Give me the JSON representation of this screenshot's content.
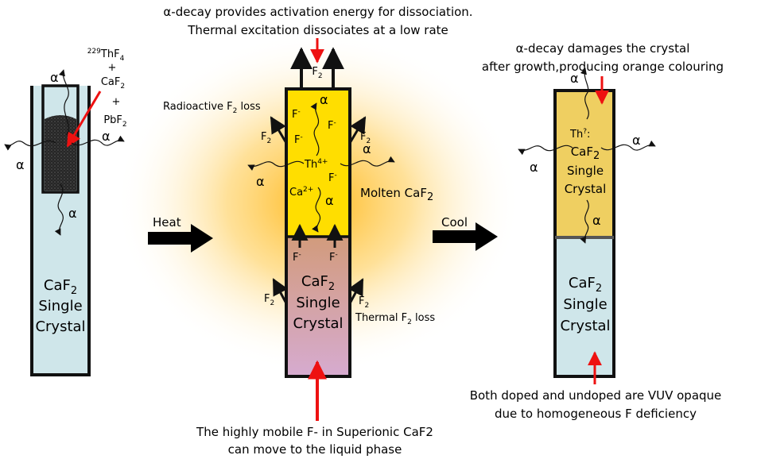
{
  "captions": {
    "top_center_1": "α-decay provides activation energy for dissociation.",
    "top_center_2": "Thermal excitation dissociates at a low rate",
    "top_right_1": "α-decay damages the crystal",
    "top_right_2": "after growth,producing orange colouring",
    "bottom_center_1": "The highly mobile F- in Superionic CaF2",
    "bottom_center_2": "can move to the liquid phase",
    "bottom_right_1": "Both doped and undoped are VUV opaque",
    "bottom_right_2": "due to homogeneous F deficiency"
  },
  "left_tube": {
    "dopant_mass_number": "229",
    "dopant_1": "ThF",
    "dopant_1_sub": "4",
    "plus": "+",
    "dopant_2": "CaF",
    "dopant_2_sub": "2",
    "dopant_3": "PbF",
    "dopant_3_sub": "2",
    "crystal_line1": "CaF",
    "crystal_line1_sub": "2",
    "crystal_line2": "Single",
    "crystal_line3": "Crystal"
  },
  "center_tube": {
    "radioactive_loss": "Radioactive F",
    "radioactive_loss_sub": "2",
    "radioactive_loss_suffix": " loss",
    "thermal_loss": "Thermal F",
    "thermal_loss_sub": "2",
    "thermal_loss_suffix": " loss",
    "molten_label": "Molten CaF",
    "molten_label_sub": "2",
    "f2": "F",
    "f2_sub": "2",
    "f_ion": "F",
    "f_ion_sup": "-",
    "th_ion": "Th",
    "th_ion_sup": "4+",
    "ca_ion": "Ca",
    "ca_ion_sup": "2+",
    "crystal_line1": "CaF",
    "crystal_line1_sub": "2",
    "crystal_line2": "Single",
    "crystal_line3": "Crystal"
  },
  "right_tube": {
    "th_label": "Th",
    "th_label_sup": "?",
    "th_label_suffix": ":",
    "doped_line1": "CaF",
    "doped_line1_sub": "2",
    "doped_line2": "Single",
    "doped_line3": "Crystal",
    "crystal_line1": "CaF",
    "crystal_line1_sub": "2",
    "crystal_line2": "Single",
    "crystal_line3": "Crystal"
  },
  "steps": {
    "heat": "Heat",
    "cool": "Cool"
  },
  "alpha_symbol": "α",
  "colors": {
    "tube_fill": "#cfe6ea",
    "molten_fill": "#ffde00",
    "doped_fill": "#efcf61",
    "powder_fill": "#2a2a2a",
    "glow": "#ffc233",
    "arrow_red": "#ee1111",
    "outline": "#111111"
  }
}
